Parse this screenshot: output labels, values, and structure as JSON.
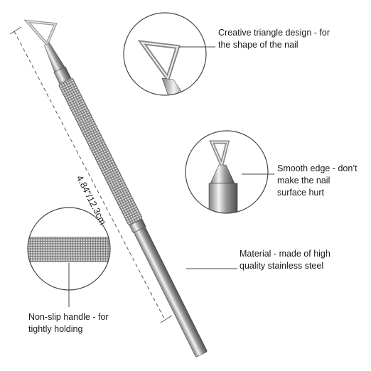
{
  "measurement": "4.84\"/12.3cm",
  "callouts": {
    "triangle": {
      "line1": "Creative triangle design - for",
      "line2": "the shape of the nail"
    },
    "edge": {
      "line1": "Smooth edge - don’t",
      "line2": "make the nail",
      "line3": "surface hurt"
    },
    "material": {
      "line1": "Material - made of high",
      "line2": "quality stainless steel"
    },
    "handle": {
      "line1": "Non-slip handle - for",
      "line2": "tightly holding"
    }
  }
}
